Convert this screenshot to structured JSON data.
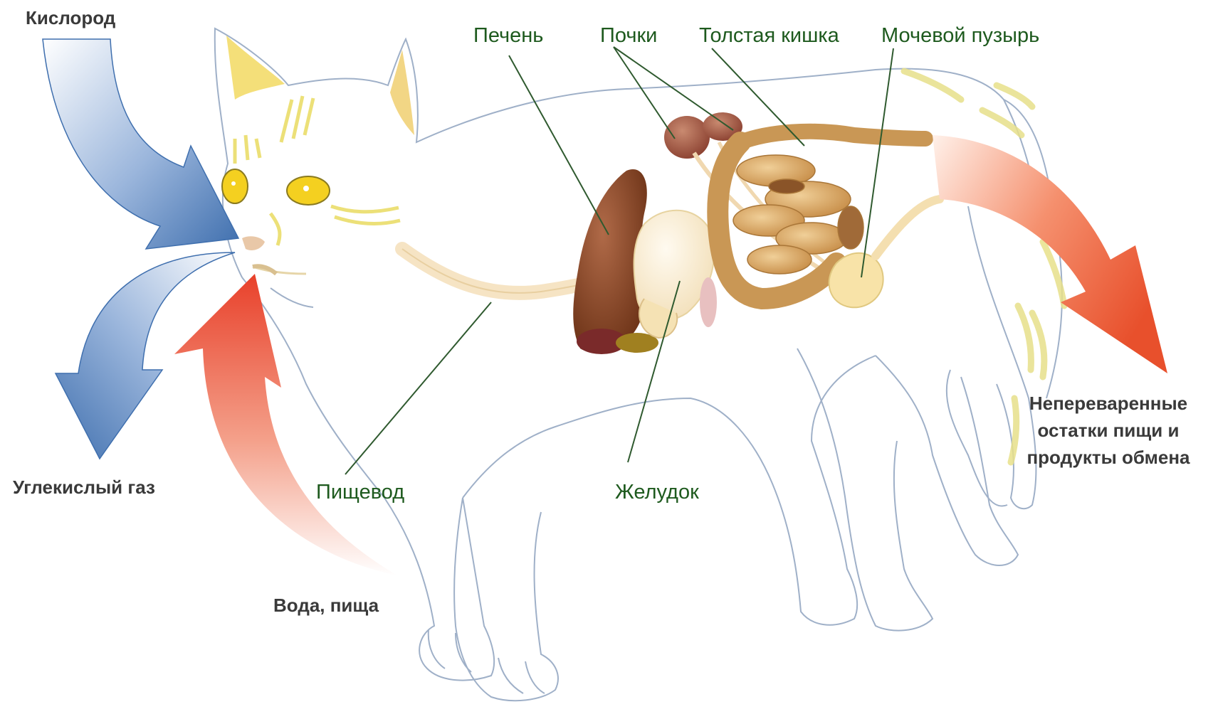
{
  "labels": {
    "oxygen": "Кислород",
    "co2": "Углекислый газ",
    "water_food": "Вода, пища",
    "waste": "Непереваренные остатки пищи и продукты обмена"
  },
  "organs": {
    "liver": "Печень",
    "kidneys": "Почки",
    "colon": "Толстая кишка",
    "bladder": "Мочевой пузырь",
    "esophagus": "Пищевод",
    "stomach": "Желудок"
  },
  "colors": {
    "blue_arrow": "#3f6fae",
    "red_arrow": "#e8502c",
    "organ_label": "#1e5a1e",
    "outline": "#9fb0c8"
  }
}
